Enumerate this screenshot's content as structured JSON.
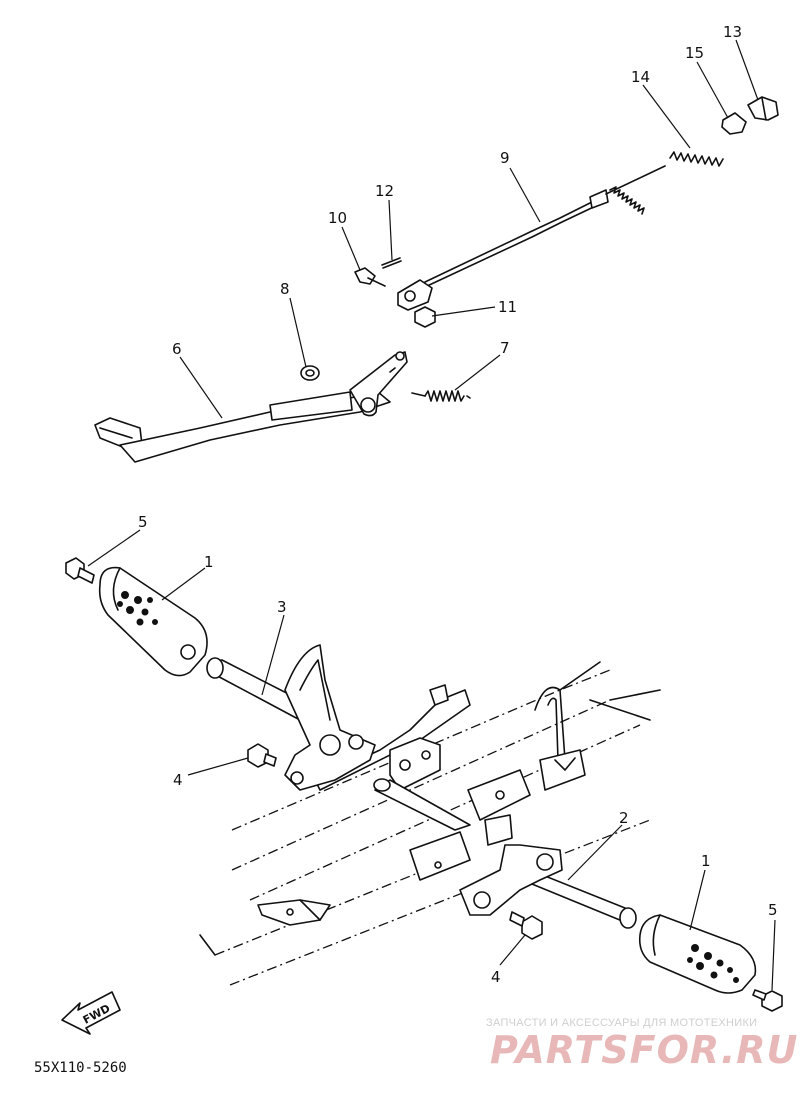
{
  "diagram": {
    "callouts": {
      "c1a": "1",
      "c1b": "1",
      "c2": "2",
      "c3": "3",
      "c4a": "4",
      "c4b": "4",
      "c5a": "5",
      "c5b": "5",
      "c6": "6",
      "c7": "7",
      "c8": "8",
      "c9": "9",
      "c10": "10",
      "c11": "11",
      "c12": "12",
      "c13": "13",
      "c14": "14",
      "c15": "15"
    },
    "direction_label": "FWD",
    "drawing_code": "55X110-5260"
  },
  "watermark": {
    "tagline": "ЗАПЧАСТИ И АКСЕССУАРЫ ДЛЯ МОТОТЕХНИКИ",
    "brand": "PARTSFOR.RU"
  }
}
